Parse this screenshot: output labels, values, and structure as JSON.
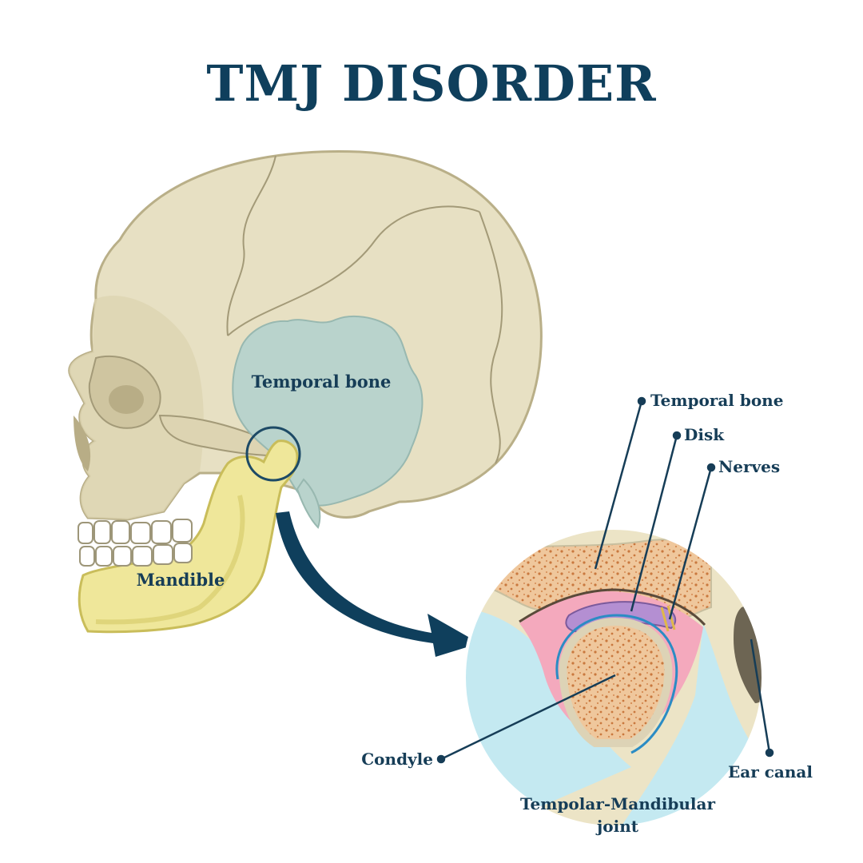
{
  "title": "TMJ DISORDER",
  "labels": {
    "temporal_bone_skull": "Temporal bone",
    "mandible": "Mandible",
    "temporal_bone_inset": "Temporal bone",
    "disk": "Disk",
    "nerves": "Nerves",
    "condyle": "Condyle",
    "ear_canal": "Ear canal",
    "joint_line1": "Tempolar-Mandibular",
    "joint_line2": "joint"
  },
  "colors": {
    "title": "#0f3f5c",
    "skull": "#e7e0c3",
    "temporal_bone_region": "#b9d3cc",
    "mandible": "#efe79a",
    "arrow": "#0f3f5c",
    "inset_background": "#ece4c6",
    "soft_tissue": "#c4e9f1",
    "bone_marrow": "#e9b98c",
    "disk": "#b48fd2",
    "synovial": "#f4a9bd"
  }
}
